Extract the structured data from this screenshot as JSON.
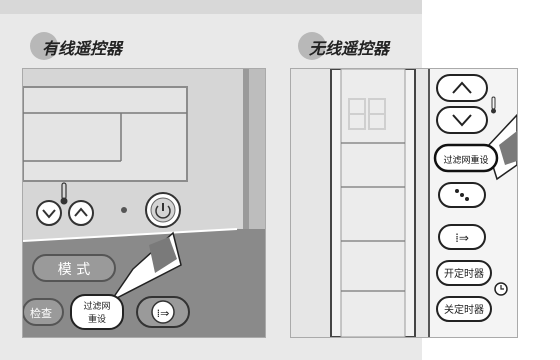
{
  "left_panel": {
    "title": "有线遥控器",
    "buttons": {
      "mode": "模 式",
      "check": "检查",
      "filter_reset_line1": "过滤网",
      "filter_reset_line2": "重设"
    }
  },
  "right_panel": {
    "title": "无线遥控器",
    "buttons": {
      "filter_reset": "过滤网重设",
      "timer_on": "开定时器",
      "timer_off": "关定时器"
    }
  }
}
